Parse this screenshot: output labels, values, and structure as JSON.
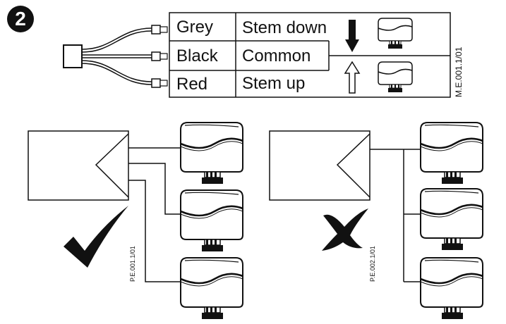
{
  "step": {
    "number": "2"
  },
  "wiring_table": {
    "rows": [
      {
        "color": "Grey",
        "function": "Stem down"
      },
      {
        "color": "Black",
        "function": "Common"
      },
      {
        "color": "Red",
        "function": "Stem up"
      }
    ],
    "ref_code": "M.E.001.1/01"
  },
  "diagrams": [
    {
      "verdict": "correct",
      "verdict_icon": "checkmark-icon",
      "ref_code": "P.E.001.1/01"
    },
    {
      "verdict": "incorrect",
      "verdict_icon": "cross-icon",
      "ref_code": "P.E.002.1/01"
    }
  ]
}
